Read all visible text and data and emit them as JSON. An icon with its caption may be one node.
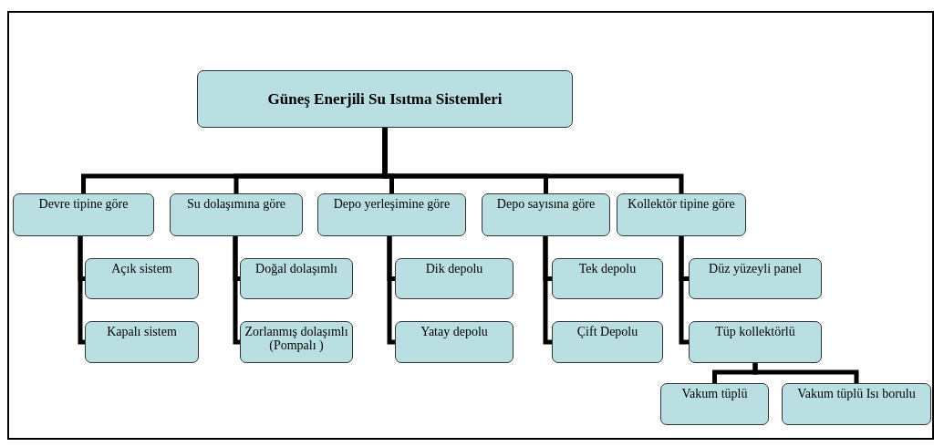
{
  "diagram": {
    "nodes": [
      {
        "text": [
          "Güneş Enerjili Su Isıtma Sistemleri"
        ]
      },
      {
        "text": [
          "Devre tipine göre"
        ]
      },
      {
        "text": [
          "Su dolaşımına göre"
        ]
      },
      {
        "text": [
          "Depo yerleşimine göre"
        ]
      },
      {
        "text": [
          "Depo sayısına göre"
        ]
      },
      {
        "text": [
          "Kollektör tipine göre"
        ]
      },
      {
        "text": [
          "Açık sistem"
        ]
      },
      {
        "text": [
          "Kapalı sistem"
        ]
      },
      {
        "text": [
          "Doğal dolaşımlı"
        ]
      },
      {
        "text": [
          "Zorlanmış dolaşımlı (Pompalı )"
        ]
      },
      {
        "text": [
          "Dik depolu"
        ]
      },
      {
        "text": [
          "Yatay depolu"
        ]
      },
      {
        "text": [
          "Tek depolu"
        ]
      },
      {
        "text": [
          "Çift Depolu"
        ]
      },
      {
        "text": [
          "Düz yüzeyli panel"
        ]
      },
      {
        "text": [
          "Tüp kollektörlü"
        ]
      },
      {
        "text": [
          "Vakum tüplü"
        ]
      },
      {
        "text": [
          "Vakum tüplü Isı borulu"
        ]
      }
    ],
    "edges": [
      {
        "from": 0,
        "to": 1,
        "arrow": "none"
      },
      {
        "from": 0,
        "to": 2,
        "arrow": "none"
      },
      {
        "from": 0,
        "to": 3,
        "arrow": "none"
      },
      {
        "from": 0,
        "to": 4,
        "arrow": "none"
      },
      {
        "from": 0,
        "to": 5,
        "arrow": "none"
      },
      {
        "from": 1,
        "to": 6,
        "arrow": "none"
      },
      {
        "from": 1,
        "to": 7,
        "arrow": "none"
      },
      {
        "from": 2,
        "to": 8,
        "arrow": "none"
      },
      {
        "from": 2,
        "to": 9,
        "arrow": "none"
      },
      {
        "from": 3,
        "to": 10,
        "arrow": "none"
      },
      {
        "from": 3,
        "to": 11,
        "arrow": "none"
      },
      {
        "from": 4,
        "to": 12,
        "arrow": "none"
      },
      {
        "from": 4,
        "to": 13,
        "arrow": "none"
      },
      {
        "from": 5,
        "to": 14,
        "arrow": "none"
      },
      {
        "from": 5,
        "to": 15,
        "arrow": "none"
      },
      {
        "from": 15,
        "to": 16,
        "arrow": "none"
      },
      {
        "from": 15,
        "to": 17,
        "arrow": "none"
      }
    ]
  }
}
